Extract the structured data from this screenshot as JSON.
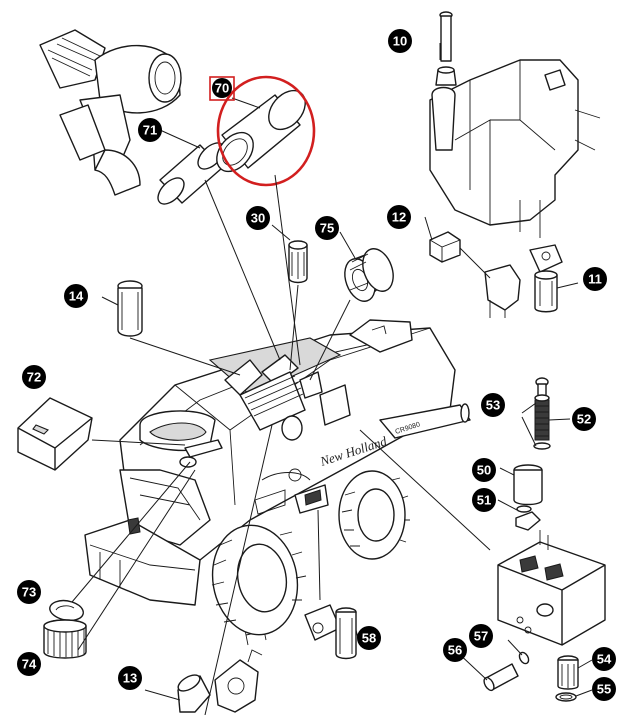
{
  "diagram": {
    "brand_text": "New Holland",
    "model_text": "CR9080",
    "highlight_color": "#d21f1f",
    "highlighted_part": "70",
    "part_numbers": [
      "10",
      "11",
      "12",
      "13",
      "14",
      "30",
      "50",
      "51",
      "52",
      "53",
      "54",
      "55",
      "56",
      "57",
      "58",
      "70",
      "71",
      "72",
      "73",
      "74",
      "75"
    ]
  }
}
